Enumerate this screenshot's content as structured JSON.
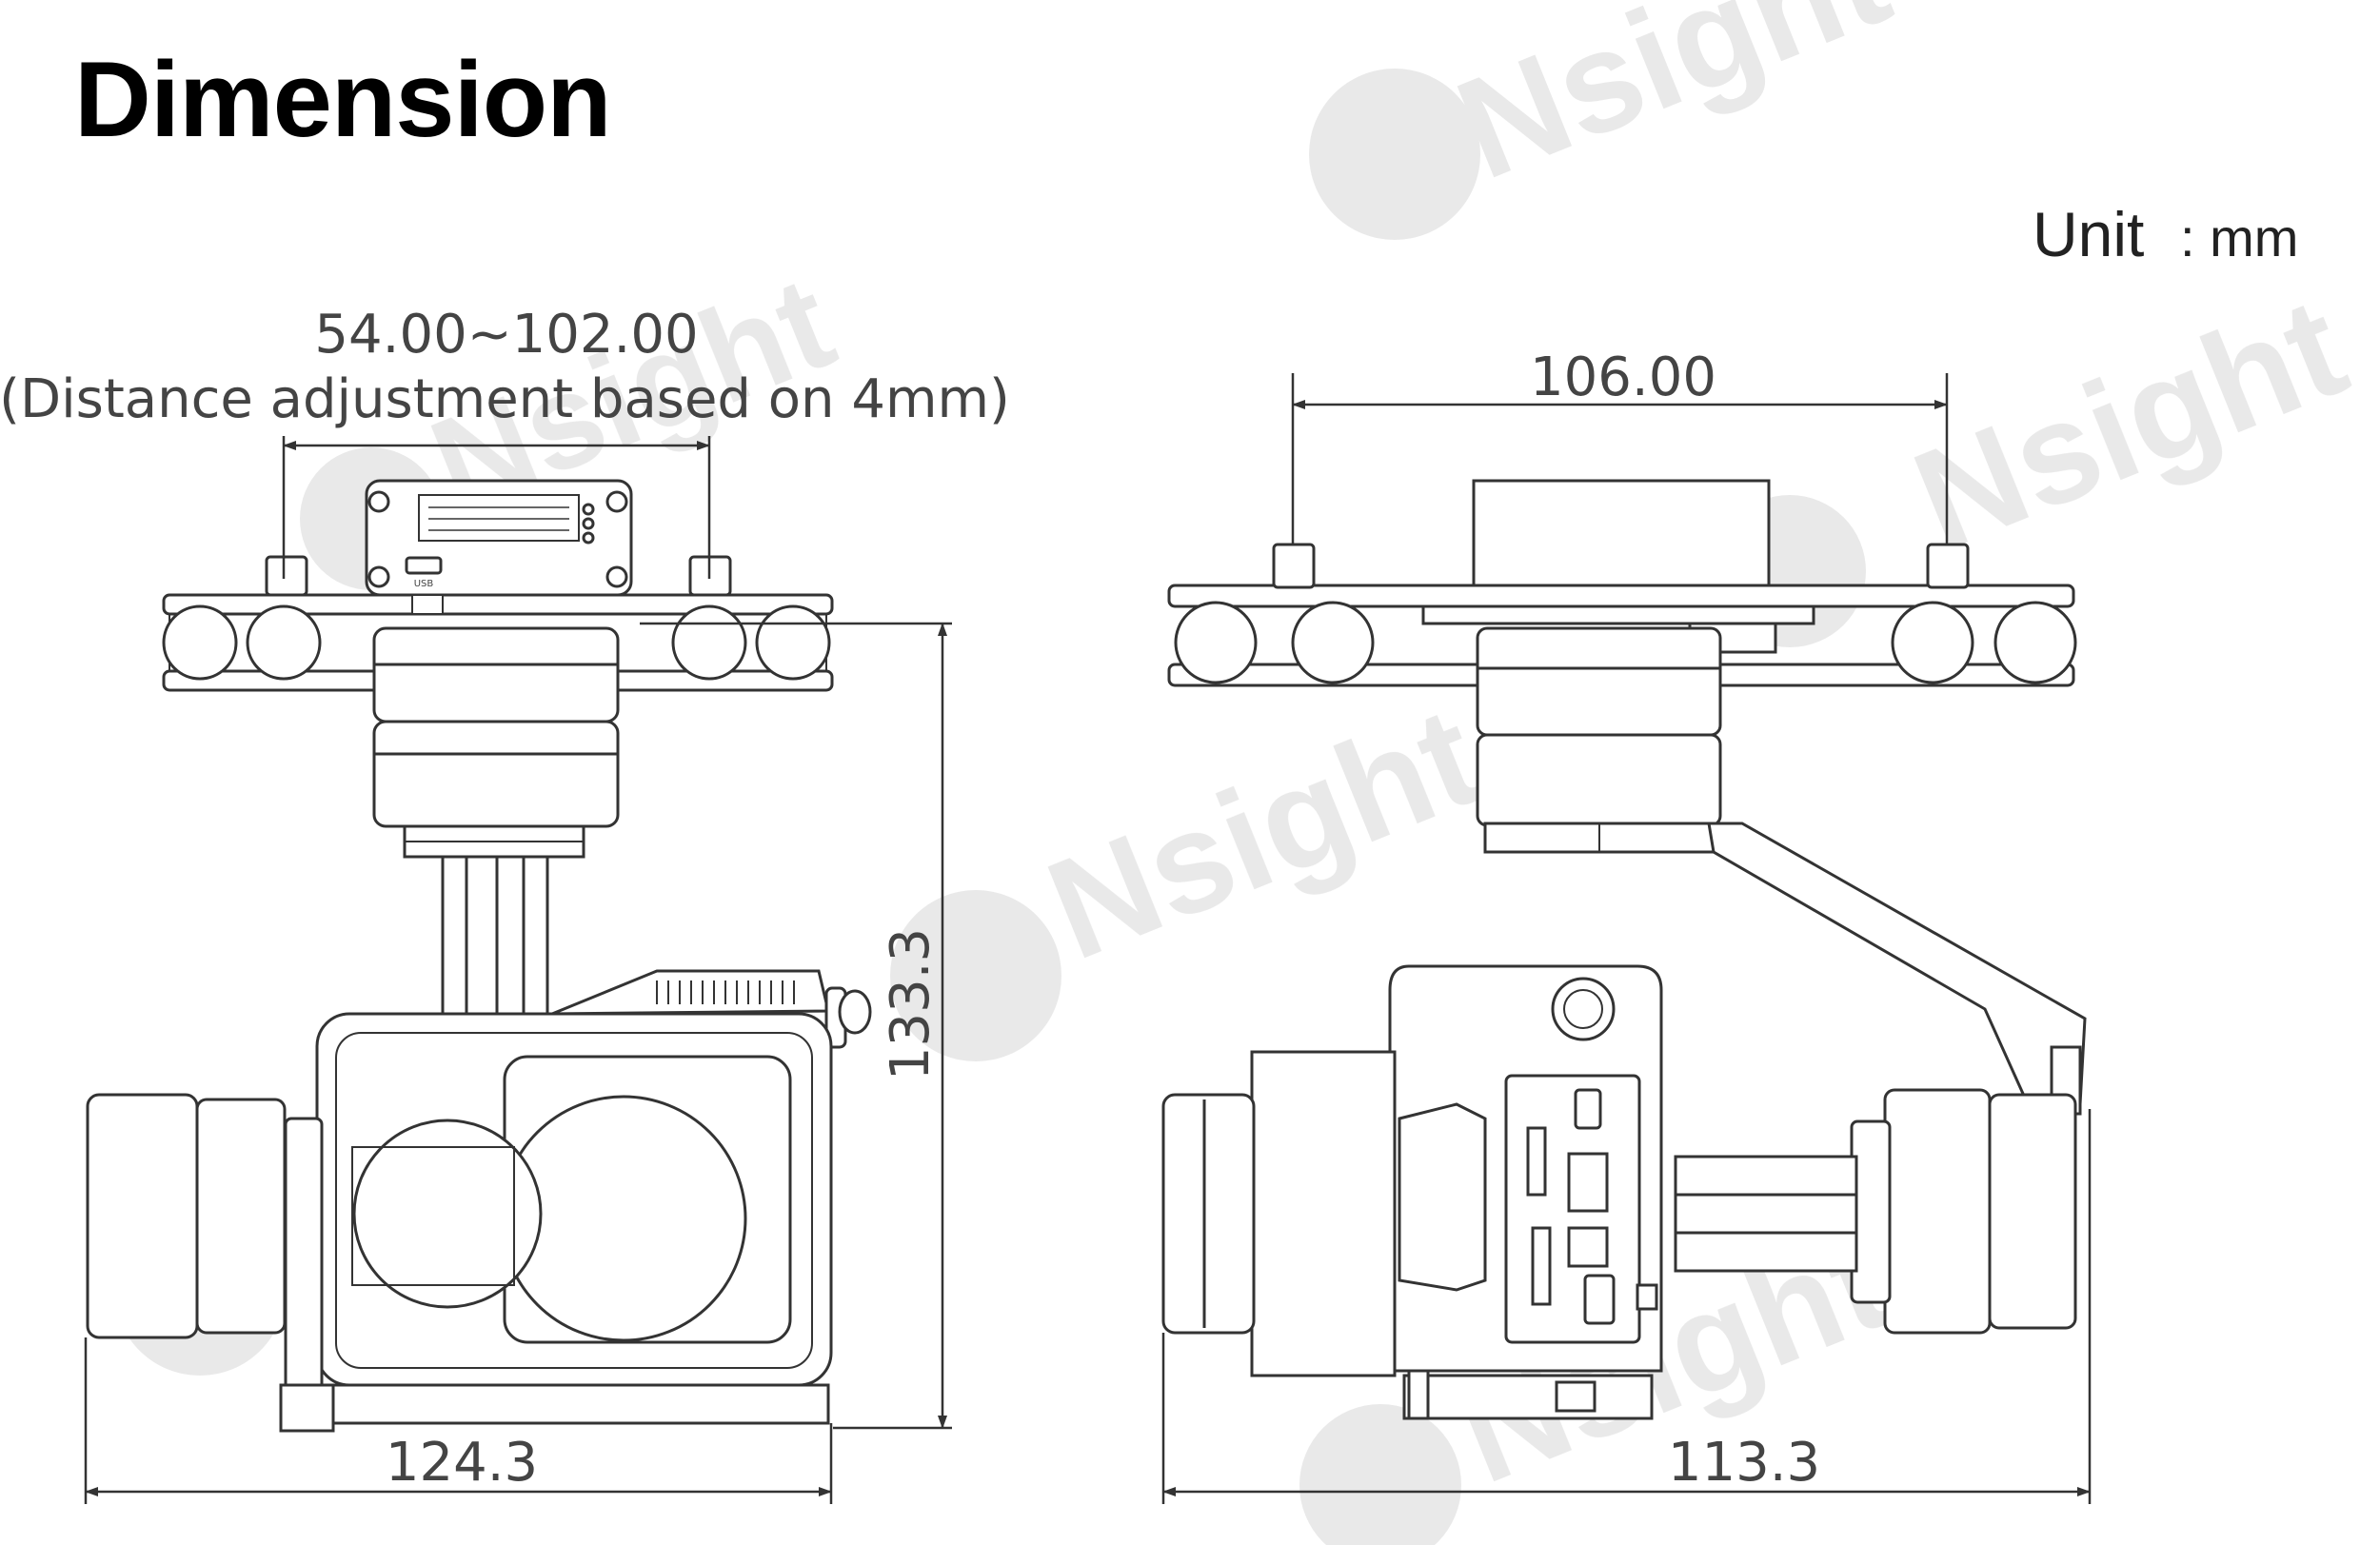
{
  "title": "Dimension",
  "unit": {
    "label": "Unit",
    "separator": ":",
    "value": "mm"
  },
  "front_view": {
    "adjust_range": "54.00~102.00",
    "adjust_note": "(Distance adjustment based on 4mm)",
    "height": "133.3",
    "width": "124.3",
    "port_label": "USB"
  },
  "side_view": {
    "mount_width": "106.00",
    "width": "113.3"
  },
  "watermark": {
    "text": "Nsight",
    "mark": "i"
  }
}
